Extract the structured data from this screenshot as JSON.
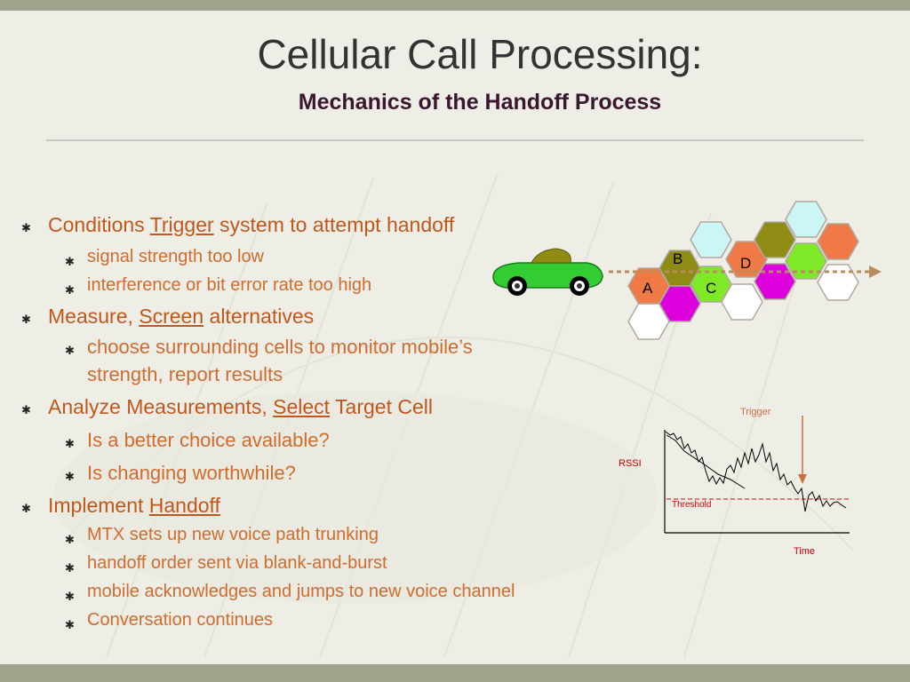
{
  "slide": {
    "title": "Cellular Call Processing:",
    "subtitle": "Mechanics of the Handoff Process"
  },
  "bullets": [
    {
      "level": 1,
      "parts": [
        {
          "t": "Conditions "
        },
        {
          "t": "Trigger",
          "u": true
        },
        {
          "t": " system to attempt handoff"
        }
      ]
    },
    {
      "level": 2,
      "text": "signal strength too low"
    },
    {
      "level": 2,
      "text": "interference or bit error rate too high"
    },
    {
      "level": 1,
      "parts": [
        {
          "t": "Measure, "
        },
        {
          "t": "Screen",
          "u": true
        },
        {
          "t": " alternatives"
        }
      ]
    },
    {
      "level": 2,
      "text": "choose surrounding cells to monitor mobile’s"
    },
    {
      "level": 2,
      "text": "strength,  report results",
      "continuation": true
    },
    {
      "level": 1,
      "parts": [
        {
          "t": "Analyze Measurements, "
        },
        {
          "t": "Select",
          "u": true
        },
        {
          "t": " Target Cell"
        }
      ]
    },
    {
      "level": 2,
      "text": "Is a better choice available?"
    },
    {
      "level": 2,
      "text": "Is changing worthwhile?"
    },
    {
      "level": 1,
      "parts": [
        {
          "t": "Implement "
        },
        {
          "t": "Handoff",
          "u": true
        }
      ]
    },
    {
      "level": 2,
      "text": "MTX sets up new  voice path trunking"
    },
    {
      "level": 2,
      "text": "handoff order sent via blank-and-burst"
    },
    {
      "level": 2,
      "text": "mobile acknowledges and jumps to new voice channel"
    },
    {
      "level": 2,
      "text": "Conversation continues"
    }
  ],
  "cell_diagram": {
    "labels": {
      "a": "A",
      "b": "B",
      "c": "C",
      "d": "D"
    },
    "colors": {
      "orange": "#f07a45",
      "cyan": "#ccf5f5",
      "olive": "#8e8c14",
      "green": "#7fe927",
      "magenta": "#dd00dd",
      "white": "#ffffff",
      "car": "#33cc33"
    }
  },
  "rssi_chart": {
    "trigger_label": "Trigger",
    "y_label": "RSSI",
    "threshold_label": "Threshold",
    "x_label": "Time"
  }
}
